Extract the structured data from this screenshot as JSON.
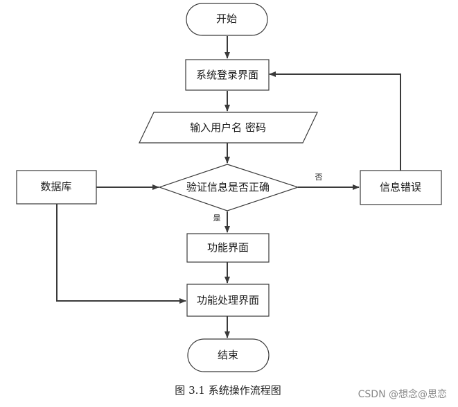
{
  "nodes": {
    "start": "开始",
    "login": "系统登录界面",
    "input": "输入用户名 密码",
    "verify": "验证信息是否正确",
    "database": "数据库",
    "error": "信息错误",
    "function": "功能界面",
    "processing": "功能处理界面",
    "end": "结束"
  },
  "edge_labels": {
    "no": "否",
    "yes": "是"
  },
  "caption": "图 3.1  系统操作流程图",
  "watermark": "CSDN @想念@思恋"
}
